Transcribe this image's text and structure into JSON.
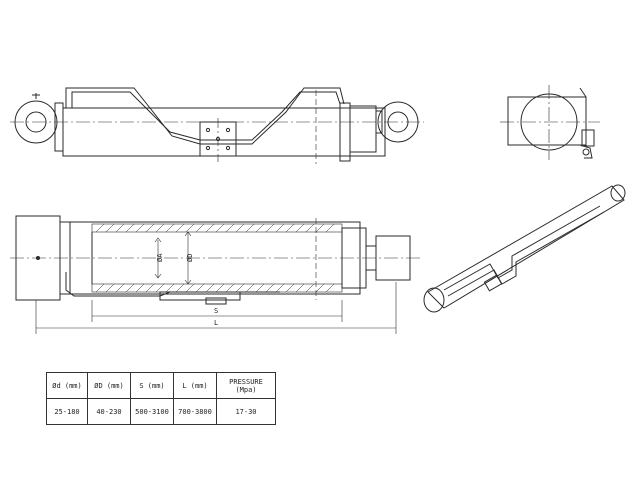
{
  "labels": {
    "bore": "ØA",
    "diameter": "ØD",
    "stroke": "S",
    "length": "L"
  },
  "spec_table": {
    "headers": [
      "Ød (mm)",
      "ØD (mm)",
      "S (mm)",
      "L (mm)",
      "PRESSURE (Mpa)"
    ],
    "values": [
      "25-180",
      "40-230",
      "500-3100",
      "700-3800",
      "17-30"
    ]
  }
}
